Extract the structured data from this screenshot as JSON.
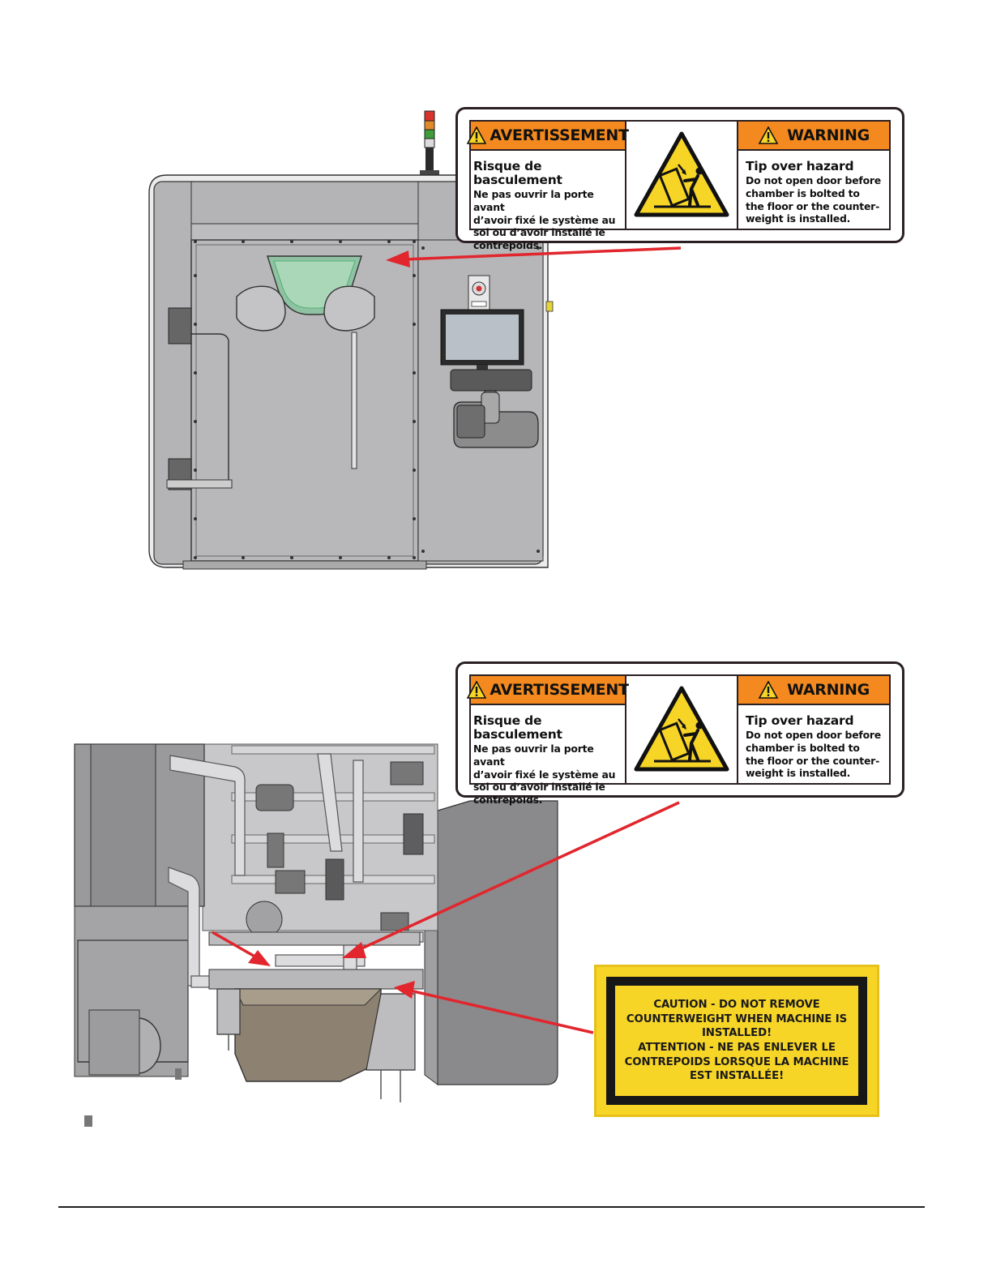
{
  "warning_label": {
    "fr_header": "AVERTISSEMENT",
    "fr_title": "Risque de basculement",
    "fr_text": "Ne pas ouvrir la porte avant\nd’avoir fixé le système au\nsol ou d’avoir installé le\ncontrepoids.",
    "en_header": "WARNING",
    "en_title": "Tip over hazard",
    "en_text": "Do not open door before\nchamber is bolted to\nthe floor or the counter-\nweight is installed."
  },
  "caution_label": {
    "text": "CAUTION - DO NOT REMOVE\nCOUNTERWEIGHT WHEN MACHINE IS\nINSTALLED!\nATTENTION - NE PAS ENLEVER LE\nCONTREPOIDS LORSQUE LA MACHINE\nEST INSTALLÉE!"
  },
  "colors": {
    "warning_orange": "#f48a1f",
    "hazard_yellow": "#f7d527",
    "arrow_red": "#e1262d",
    "machine_gray": "#b4b4b6"
  }
}
